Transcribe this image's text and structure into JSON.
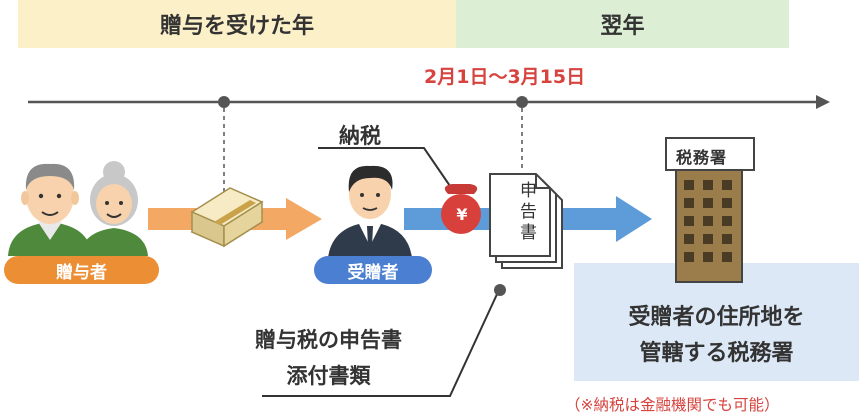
{
  "header": {
    "year_of_gift": "贈与を受けた年",
    "following_year": "翌年"
  },
  "timeline": {
    "deadline": "2月1日～3月15日"
  },
  "parties": {
    "giver_label": "贈与者",
    "recipient_label": "受贈者"
  },
  "payment": {
    "tax_label": "納税",
    "yen_symbol": "¥"
  },
  "document": {
    "label": "申告書",
    "attachments_line1": "贈与税の申告書",
    "attachments_line2": "添付書類"
  },
  "office": {
    "sign": "税務署",
    "description_line1": "受贈者の住所地を",
    "description_line2": "管轄する税務署",
    "note": "（※納税は金融機関でも可能）"
  },
  "colors": {
    "band_year": "#fcf0c9",
    "band_next": "#dcefd4",
    "giver_arrow": "#f3a864",
    "recipient_arrow": "#5e9bd9",
    "deadline_red": "#d7443f",
    "giver_badge": "#ec8e34",
    "recipient_badge": "#4a7fd1",
    "office_box": "#dce8f6",
    "building": "#9b7c4b"
  },
  "icons": [
    "elderly-man-icon",
    "elderly-woman-icon",
    "money-bundle-icon",
    "businessman-icon",
    "money-bag-icon",
    "document-icon",
    "tax-office-building-icon"
  ]
}
